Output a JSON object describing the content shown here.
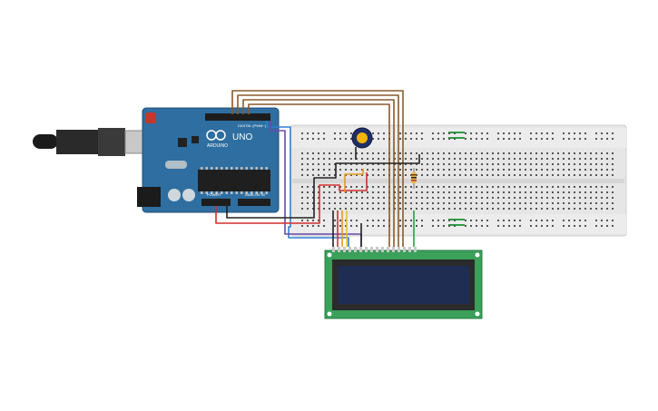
{
  "arduino": {
    "brand": "ARDUINO",
    "model": "UNO",
    "header_digital_label": "DIGITAL (PWM~)",
    "header_power_label": "POWER",
    "header_analog_label": "ANALOG IN"
  },
  "colors": {
    "board": "#2f6ea0",
    "breadboard": "#e6e6e6",
    "lcd_pcb": "#3aa05a",
    "lcd_screen": "#1f2d52",
    "wire_brown": "#8a5a2b",
    "wire_red": "#d32f2f",
    "wire_black": "#222222",
    "wire_blue": "#2f7fd0",
    "wire_purple": "#6a4aa8",
    "wire_orange": "#e89a1e",
    "wire_yellow": "#e8c41e",
    "wire_green": "#2e9e44"
  },
  "components": {
    "microcontroller": "arduino-uno",
    "breadboard": "full-size",
    "potentiometer": "trimmer",
    "resistor": "inline",
    "display": "lcd-16x2",
    "usb": "usb-b-cable"
  }
}
